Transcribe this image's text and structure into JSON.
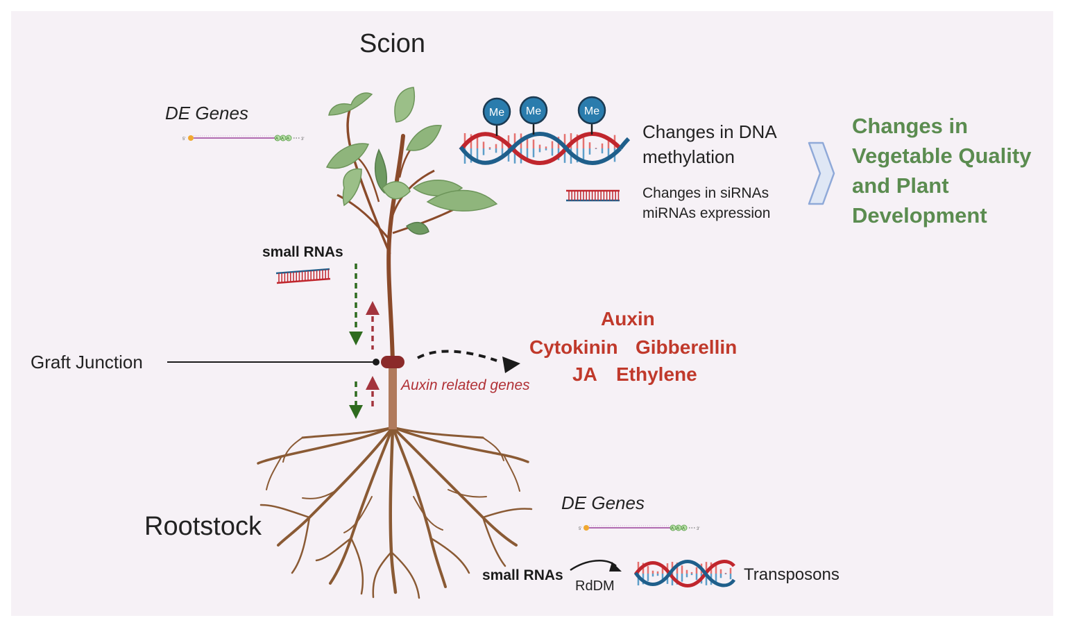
{
  "labels": {
    "scion": "Scion",
    "rootstock": "Rootstock",
    "de_genes_top": "DE Genes",
    "de_genes_bottom": "DE Genes",
    "small_rnas_top": "small RNAs",
    "small_rnas_bottom": "small RNAs",
    "rddm": "RdDM",
    "transposons": "Transposons",
    "graft_junction": "Graft Junction",
    "auxin_related_genes": "Auxin related genes",
    "dna_methylation_line1": "Changes in DNA",
    "dna_methylation_line2": "methylation",
    "sirna_line1": "Changes in siRNAs",
    "sirna_line2": "miRNAs expression",
    "methyl_tag": "Me",
    "mrna_5prime": "5'",
    "mrna_3prime": "3'",
    "poly_a": "A"
  },
  "hormones": [
    "Auxin",
    "Cytokinin",
    "Gibberellin",
    "JA",
    "Ethylene"
  ],
  "result": {
    "line1": "Changes in",
    "line2": "Vegetable Quality",
    "line3": "and Plant",
    "line4": "Development"
  },
  "colors": {
    "background": "#f6f1f6",
    "hormone_red": "#c0392b",
    "result_green": "#5b8c50",
    "arrow_green": "#2e6b1e",
    "arrow_red": "#a3343d",
    "dna_red": "#c0262d",
    "dna_blue": "#1f5f8b",
    "me_blue": "#2a7cad"
  },
  "icons": [
    "leafy-shoot-icon",
    "root-system-icon",
    "dna-helix-icon",
    "rna-duplex-icon",
    "mrna-icon",
    "chevron-right-icon"
  ]
}
